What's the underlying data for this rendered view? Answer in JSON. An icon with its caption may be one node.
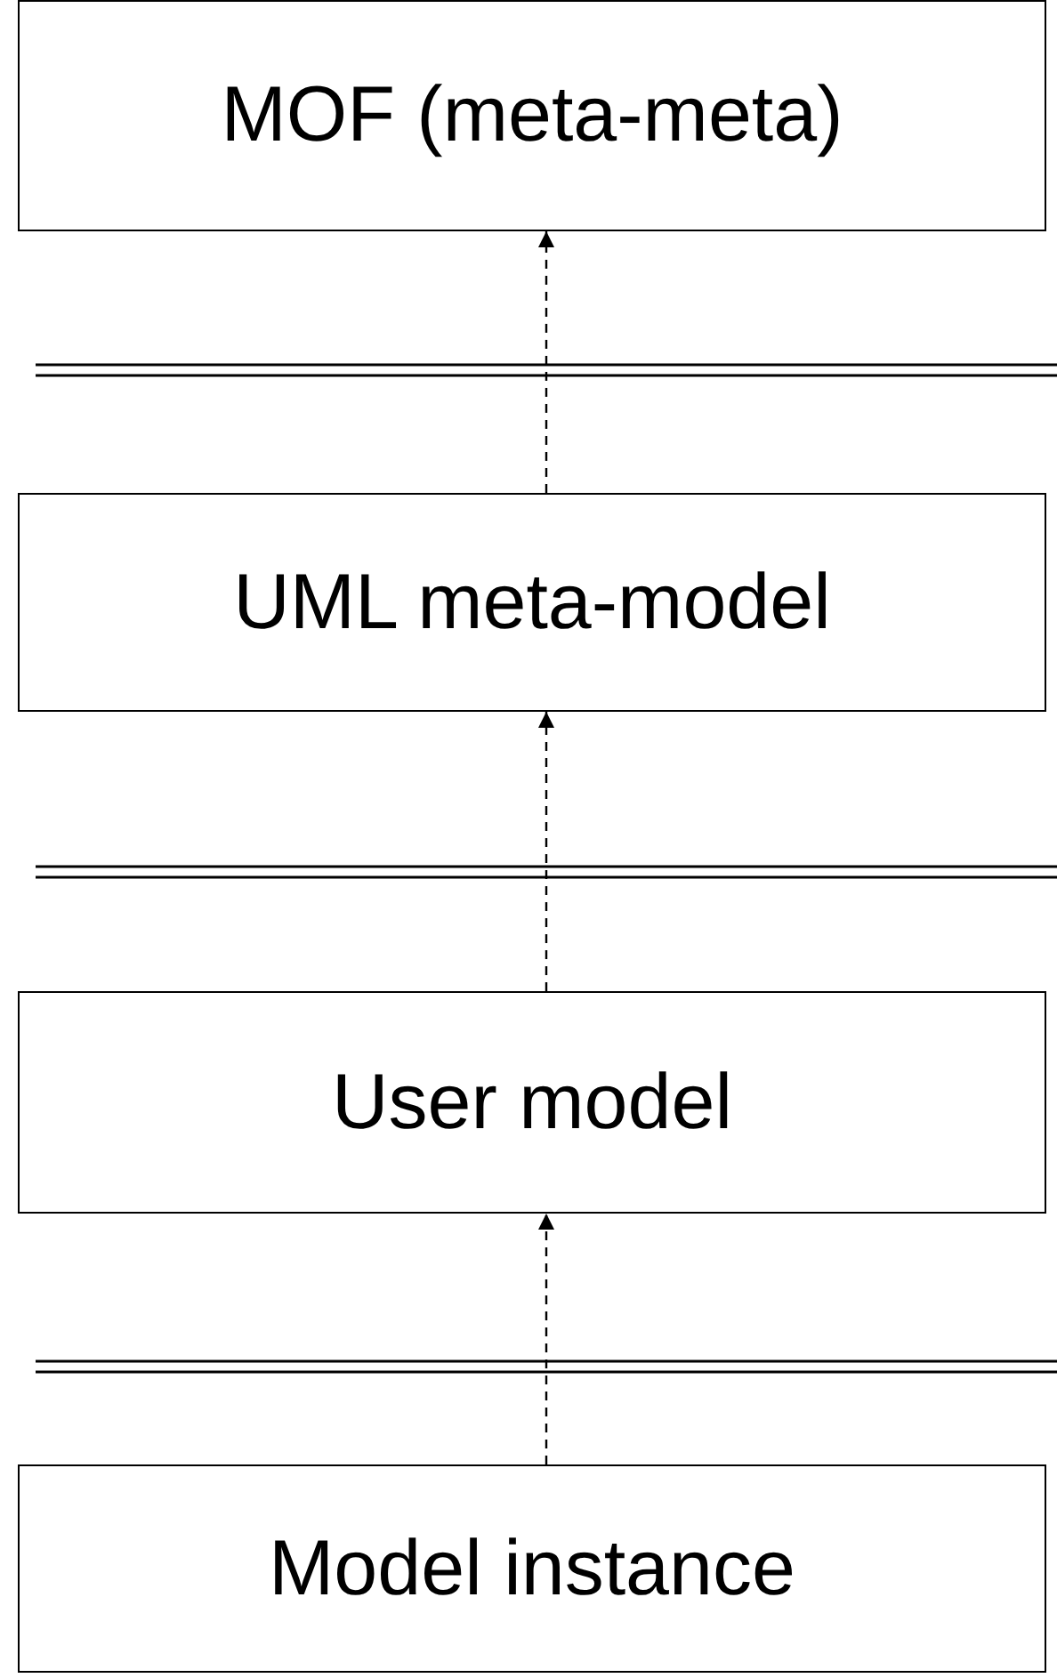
{
  "diagram": {
    "nodes": [
      {
        "text": [
          "MOF (meta-meta)"
        ]
      },
      {
        "text": [
          "UML meta-model"
        ]
      },
      {
        "text": [
          "User model"
        ]
      },
      {
        "text": [
          "Model instance"
        ]
      }
    ],
    "edges": [
      {
        "from": 1,
        "to": 0,
        "arrow": "to",
        "style": "dashed"
      },
      {
        "from": 2,
        "to": 1,
        "arrow": "to",
        "style": "dashed"
      },
      {
        "from": 3,
        "to": 2,
        "arrow": "to",
        "style": "dashed"
      }
    ]
  }
}
